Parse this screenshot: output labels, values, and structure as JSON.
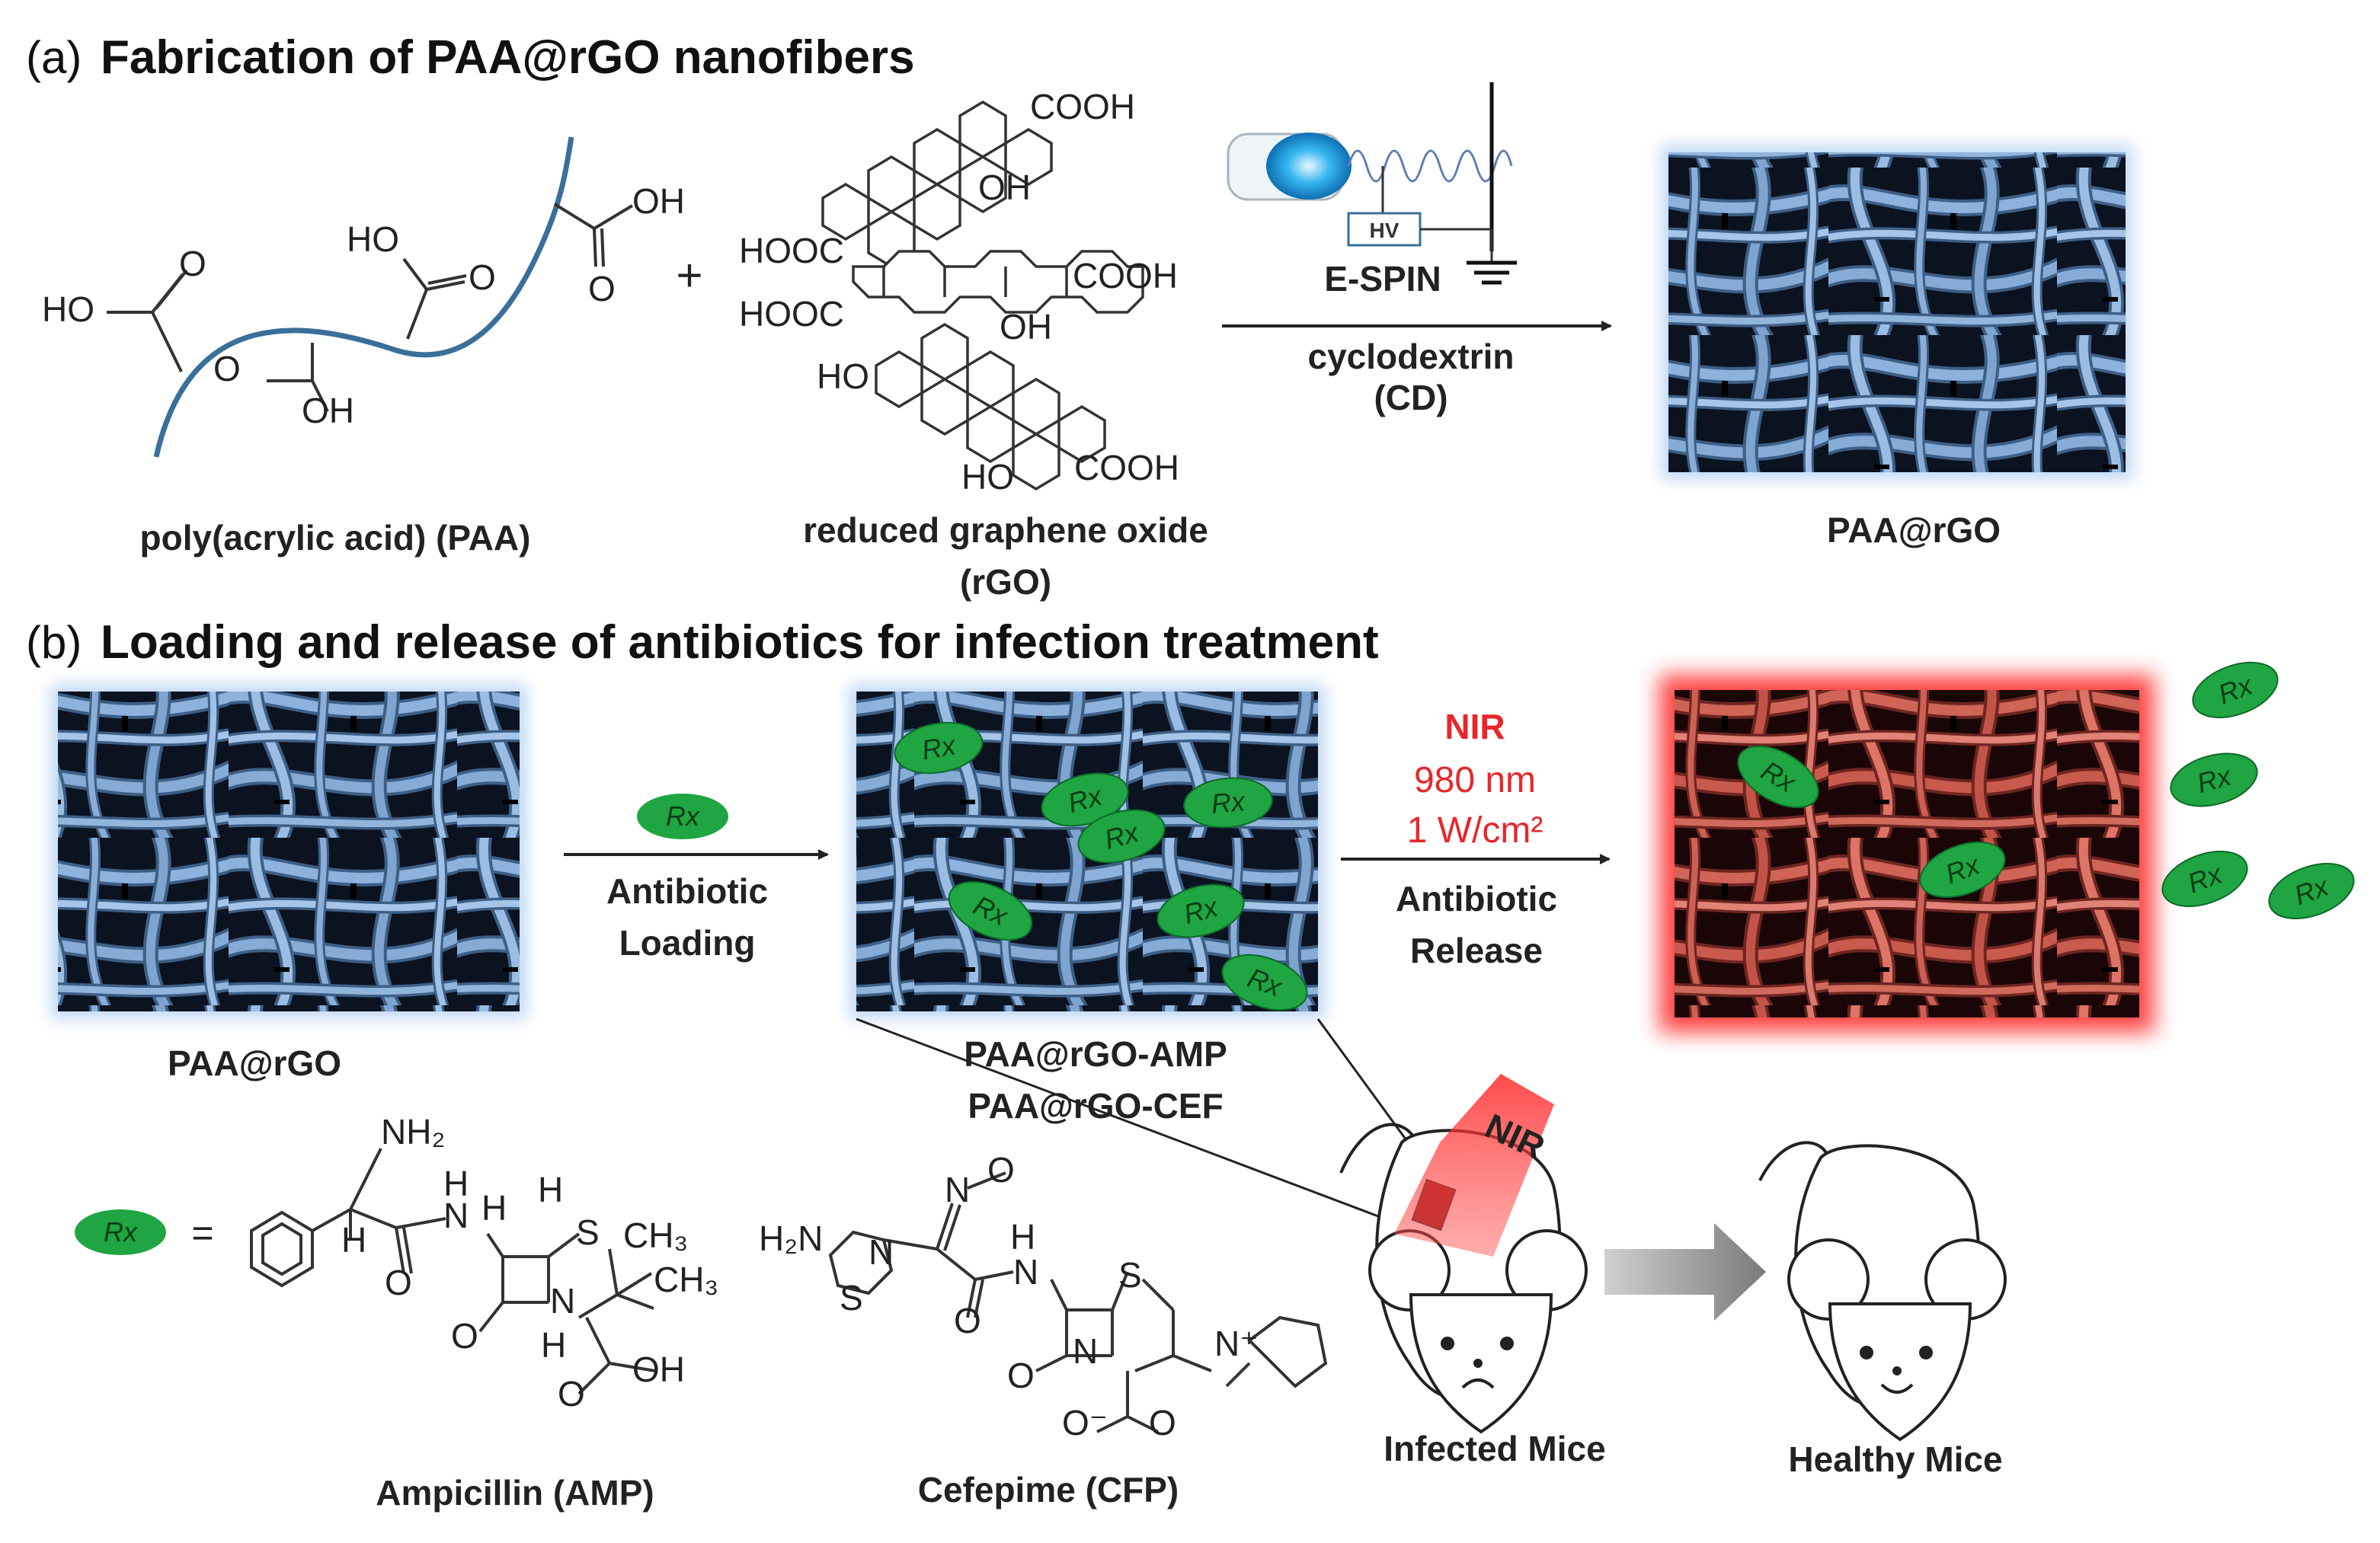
{
  "panel_a": {
    "letter": "(a)",
    "title": "Fabrication of PAA@rGO nanofibers",
    "paa_label": "poly(acrylic acid) (PAA)",
    "rgo_label_line1": "reduced graphene oxide",
    "rgo_label_line2": "(rGO)",
    "plus": "+",
    "espin_label": "E-SPIN",
    "hv_label": "HV",
    "arrow_label_line1": "cyclodextrin",
    "arrow_label_line2": "(CD)",
    "product_label": "PAA@rGO",
    "chem": {
      "cooh": "COOH",
      "hooc": "HOOC",
      "oh": "OH",
      "ho": "HO",
      "o": "O"
    }
  },
  "panel_b": {
    "letter": "(b)",
    "title": "Loading and release of antibiotics for infection treatment",
    "start_label": "PAA@rGO",
    "loading_line1": "Antibiotic",
    "loading_line2": "Loading",
    "loaded_label_line1": "PAA@rGO-AMP",
    "loaded_label_line2": "PAA@rGO-CEF",
    "nir": "NIR",
    "wavelength": "980 nm",
    "power": "1 W/cm²",
    "release_line1": "Antibiotic",
    "release_line2": "Release",
    "rx": "Rx",
    "equals": "=",
    "ampicillin_label": "Ampicillin (AMP)",
    "cefepime_label": "Cefepime (CFP)",
    "infected_label": "Infected Mice",
    "healthy_label": "Healthy Mice",
    "nir_beam_label": "NIR",
    "chem": {
      "nh2": "NH₂",
      "h2n": "H₂N",
      "h": "H",
      "n": "N",
      "s": "S",
      "ch3": "CH₃",
      "o": "O",
      "oh": "OH",
      "nplus": "N⁺",
      "ominus": "O⁻"
    }
  },
  "colors": {
    "fiber_blue": "#7ea6d3",
    "fiber_red": "#c95a4e",
    "rx_green": "#1fa541",
    "nir_red": "#e8262a",
    "polymer_chain": "#3a6f9a"
  }
}
